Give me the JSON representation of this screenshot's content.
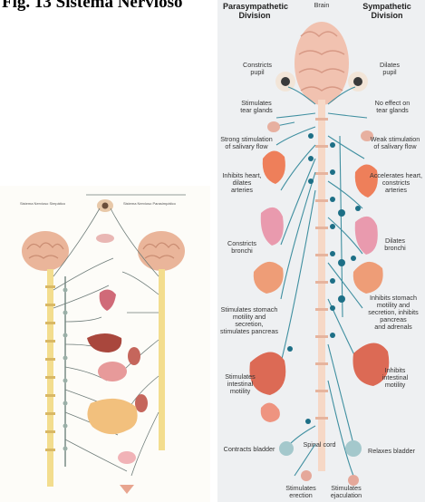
{
  "caption": "Fig. 13 Sistema Nervioso",
  "left_figure": {
    "header_left": "Sistema Nervioso Simpático",
    "header_right": "Sistema Nervioso Parasimpático"
  },
  "right_figure": {
    "title_left": "Parasympathetic\nDivision",
    "title_right": "Sympathetic\nDivision",
    "brain": "Brain",
    "spinal_cord": "Spinal cord",
    "parasympathetic_labels": [
      "Constricts\npupil",
      "Stimulates\ntear glands",
      "Strong stimulation\nof salivary flow",
      "Inhibits heart,\ndilates\narteries",
      "Constricts\nbronchi",
      "Stimulates stomach\nmotility and secretion,\nstimulates pancreas",
      "Stimulates\nintestinal\nmotility",
      "Contracts bladder",
      "Stimulates\nerection"
    ],
    "sympathetic_labels": [
      "Dilates\npupil",
      "No effect on\ntear glands",
      "Weak stimulation\nof salivary flow",
      "Accelerates heart,\nconstricts\narteries",
      "Dilates\nbronchi",
      "Inhibits stomach\nmotility and\nsecretion, inhibits\npancreas\nand adrenals",
      "Inhibits\nintestinal\nmotility",
      "Relaxes bladder",
      "Stimulates\nejaculation"
    ]
  }
}
